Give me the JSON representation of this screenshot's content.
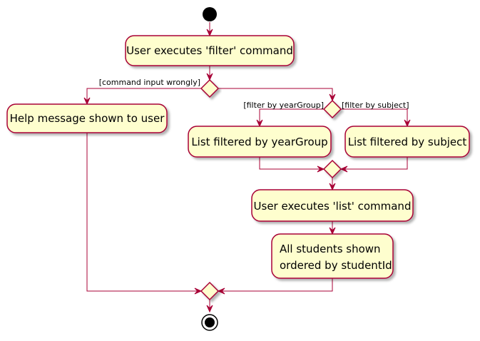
{
  "diagram": {
    "type": "uml-activity",
    "colors": {
      "node_fill": "#FEFECE",
      "node_stroke": "#A80036",
      "edge": "#A80036",
      "start_end": "#000000"
    },
    "actions": {
      "user_executes_filter": "User executes 'filter' command",
      "help_message": "Help message shown to user",
      "list_by_yeargroup": "List filtered by yearGroup",
      "list_by_subject": "List filtered by subject",
      "user_executes_list": "User executes 'list' command",
      "all_students_line1": "All students shown",
      "all_students_line2": "ordered by studentId"
    },
    "guards": {
      "command_input_wrongly": "[command input wrongly]",
      "filter_by_yeargroup": "[filter by yearGroup]",
      "filter_by_subject": "[filter by subject]"
    }
  }
}
